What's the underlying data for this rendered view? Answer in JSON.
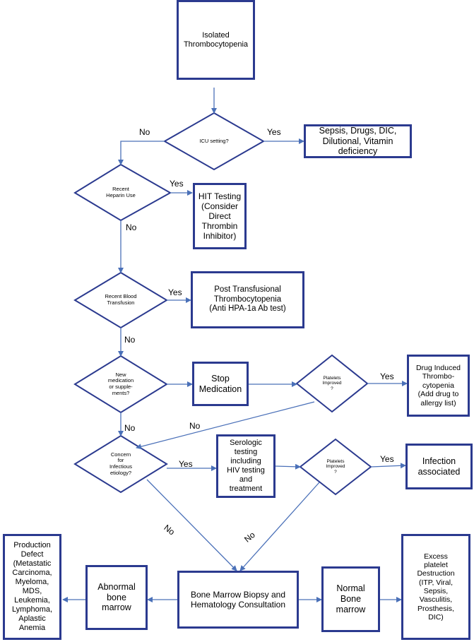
{
  "boxes": {
    "start": "Isolated\nThrombocytopenia",
    "icu_causes": "Sepsis, Drugs, DIC,\nDilutional, Vitamin\ndeficiency",
    "hit": "HIT Testing\n(Consider\nDirect\nThrombin\nInhibitor)",
    "post_transfusional": "Post Transfusional\nThrombocytopenia\n(Anti HPA-1a Ab test)",
    "stop_medication": "Stop\nMedication",
    "drug_induced": "Drug Induced\nThrombo-\ncytopenia\n(Add drug to\nallergy list)",
    "serologic": "Serologic testing\nincluding\nHIV testing\nand\ntreatment",
    "infection_associated": "Infection\nassociated",
    "production_defect": "Production\nDefect\n(Metastatic\nCarcinoma,\nMyeloma,\nMDS,\nLeukemia,\nLymphoma,\nAplastic\nAnemia",
    "abnormal_marrow": "Abnormal\nbone\nmarrow",
    "bone_marrow_biopsy": "Bone Marrow Biopsy and\nHematology Consultation",
    "normal_marrow": "Normal\nBone\nmarrow",
    "excess_destruction": "Excess\nplatelet\nDestruction\n(ITP, Viral,\nSepsis,\nVasculitis,\nProsthesis,\nDIC)"
  },
  "decisions": {
    "icu": "ICU setting?",
    "heparin": "Recent\nHeparin Use",
    "transfusion": "Recent Blood\nTransfusion",
    "medication": "New\nmedication\nor supple-\nments?",
    "platelets1": "Platelets\nImproved\n?",
    "infectious": "Concern\nfor\nInfectious\netiology?",
    "platelets2": "Platelets\nImproved\n?"
  },
  "labels": {
    "icu_no": "No",
    "icu_yes": "Yes",
    "heparin_yes": "Yes",
    "heparin_no": "No",
    "transfusion_yes": "Yes",
    "transfusion_no": "No",
    "platelets1_yes": "Yes",
    "medication_no": "No",
    "platelets1_no": "No",
    "infectious_yes": "Yes",
    "platelets2_yes": "Yes",
    "infectious_no": "No",
    "platelets2_no": "No"
  },
  "colors": {
    "box_border": "#2b3a8f",
    "arrow": "#4a70b8"
  }
}
